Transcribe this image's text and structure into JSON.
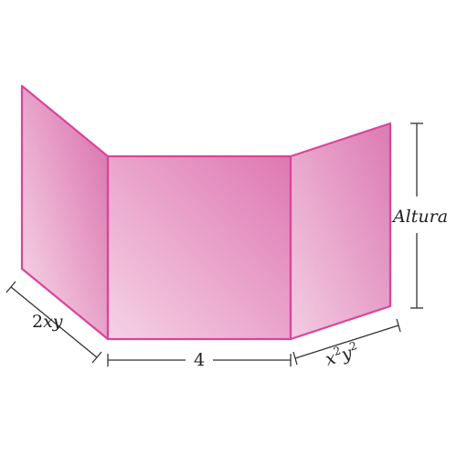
{
  "labels": {
    "left_width_label": "2xy",
    "middle_width_label": "4",
    "right_width_base": "x",
    "right_width_exp1": "2",
    "right_width_base2": "y",
    "right_width_exp2": "2",
    "height_label": "Altura"
  },
  "colors": {
    "panel_edge": "#d9459a",
    "panel_fill_light": "#f6d3e6",
    "panel_fill_dark": "#dd7fb6",
    "dimension_line": "#333333",
    "text": "#222222"
  }
}
